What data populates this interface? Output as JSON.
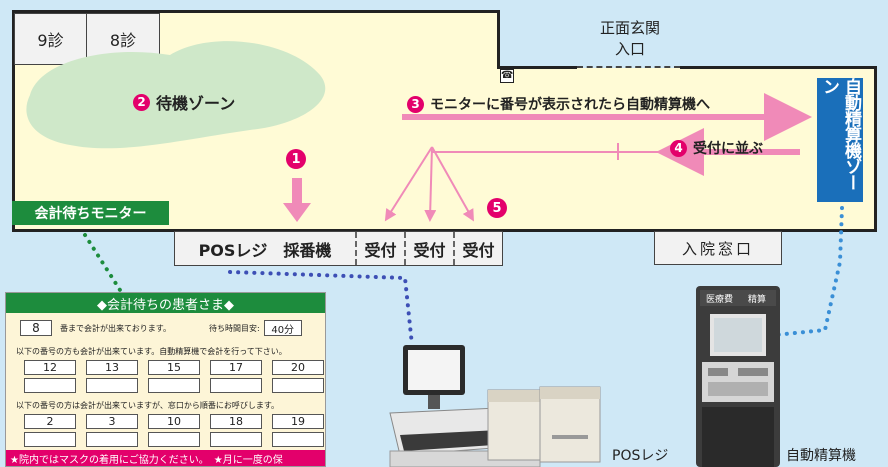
{
  "floor": {
    "rooms": [
      "9診",
      "8診"
    ],
    "entrance": [
      "正面玄関",
      "入口"
    ],
    "phone_icon": "☎",
    "waiting_zone": {
      "num": "2",
      "label": "待機ゾーン"
    },
    "step3": {
      "num": "3",
      "label": "モニターに番号が表示されたら自動精算機へ"
    },
    "step4": {
      "num": "4",
      "label": "受付に並ぶ"
    },
    "step1": {
      "num": "1"
    },
    "step5": {
      "num": "5"
    },
    "auto_zone": "自動精算機ゾーン",
    "monitor_tag": "会計待ちモニター",
    "counters": [
      "POSレジ　採番機",
      "受付",
      "受付",
      "受付"
    ],
    "admission": "入院窓口"
  },
  "screen": {
    "title": "◆会計待ちの患者さま◆",
    "current_number": "8",
    "current_text": "番まで会計が出来ております。",
    "wait_label": "待ち時間目安:",
    "wait_value": "40分",
    "desc1": "以下の番号の方も会計が出来ています。自動精算機で会計を行って下さい。",
    "list1": [
      "12",
      "13",
      "15",
      "17",
      "20"
    ],
    "desc2": "以下の番号の方は会計が出来ていますが、窓口から順番にお呼びします。",
    "list2": [
      "2",
      "3",
      "10",
      "18",
      "19"
    ],
    "ticker": "★院内ではマスクの着用にご協力ください。　★月に一度の保"
  },
  "devices": {
    "pos_caption": "POSレジ",
    "auto_caption": "自動精算機",
    "auto_sign_1": "医療費",
    "auto_sign_2": "精算"
  },
  "colors": {
    "accent_pink": "#e3006b",
    "arrow_pink": "#f08ab8",
    "zone_blue": "#1a6fba",
    "monitor_green": "#1d8c3d",
    "dot_blue": "#3d4fb5",
    "dot_green": "#1d8c3d",
    "dot_sky": "#3a8fd6"
  }
}
